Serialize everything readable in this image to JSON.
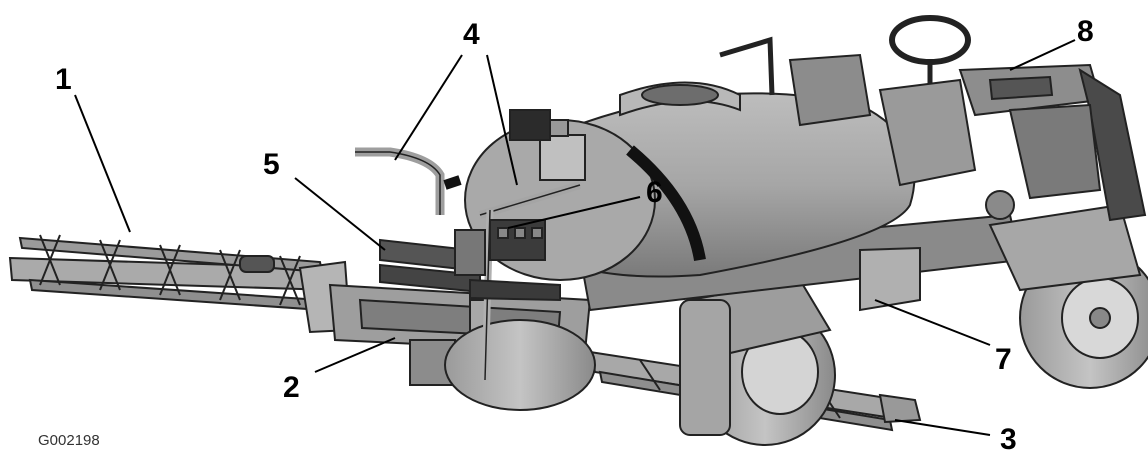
{
  "figure": {
    "id_label": "G002198",
    "callouts": [
      {
        "key": "c1",
        "label": "1"
      },
      {
        "key": "c2",
        "label": "2"
      },
      {
        "key": "c3",
        "label": "3"
      },
      {
        "key": "c4",
        "label": "4"
      },
      {
        "key": "c5",
        "label": "5"
      },
      {
        "key": "c6",
        "label": "6"
      },
      {
        "key": "c7",
        "label": "7"
      },
      {
        "key": "c8",
        "label": "8"
      }
    ]
  }
}
